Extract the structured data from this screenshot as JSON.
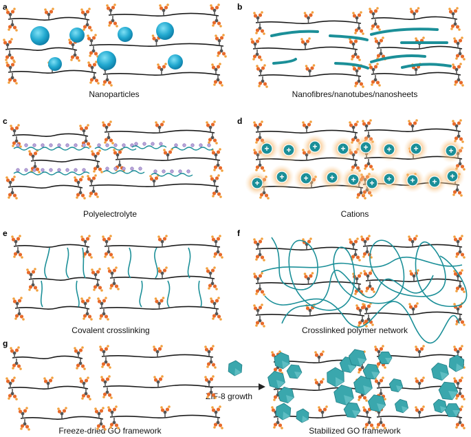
{
  "panels": [
    {
      "label": "a",
      "caption": "Nanoparticles"
    },
    {
      "label": "b",
      "caption": "Nanofibres/nanotubes/nanosheets"
    },
    {
      "label": "c",
      "caption": "Polyelectrolyte"
    },
    {
      "label": "d",
      "caption": "Cations"
    },
    {
      "label": "e",
      "caption": "Covalent crosslinking"
    },
    {
      "label": "f",
      "caption": "Crosslinked polymer network"
    },
    {
      "label": "g",
      "caption": "Freeze-dried GO framework"
    }
  ],
  "panel_g_right_caption": "Stabilized GO framework",
  "arrow_label": "ZIF-8 growth",
  "colors": {
    "sheet": "#1a1a1a",
    "teal": "#1b8f98",
    "nanoparticle": "#22a9d0",
    "cation_glow": "#f3a54a",
    "oxygen": "#e86a2a",
    "hydrogen": "#f2a03c",
    "carbon": "#555555",
    "zif": "#3aa7ad"
  },
  "cation_symbol": "+"
}
